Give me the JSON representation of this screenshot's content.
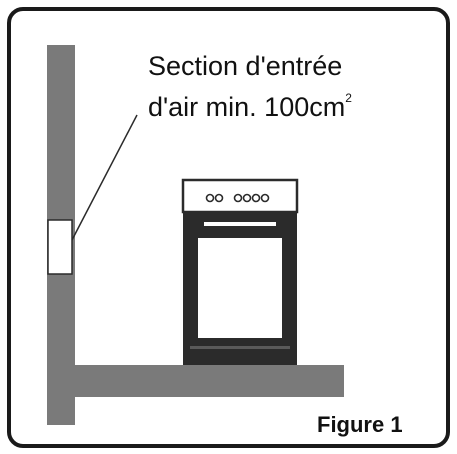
{
  "annotation": {
    "line1": "Section d'entrée",
    "line2": "d'air min. 100cm",
    "superscript": "2"
  },
  "figure_label": "Figure 1",
  "colors": {
    "frame": "#1a1a1a",
    "wall": "#7a7a7a",
    "stove_body": "#2b2b2b",
    "stove_panel": "#ffffff",
    "vent": "#ffffff",
    "text": "#111111"
  }
}
